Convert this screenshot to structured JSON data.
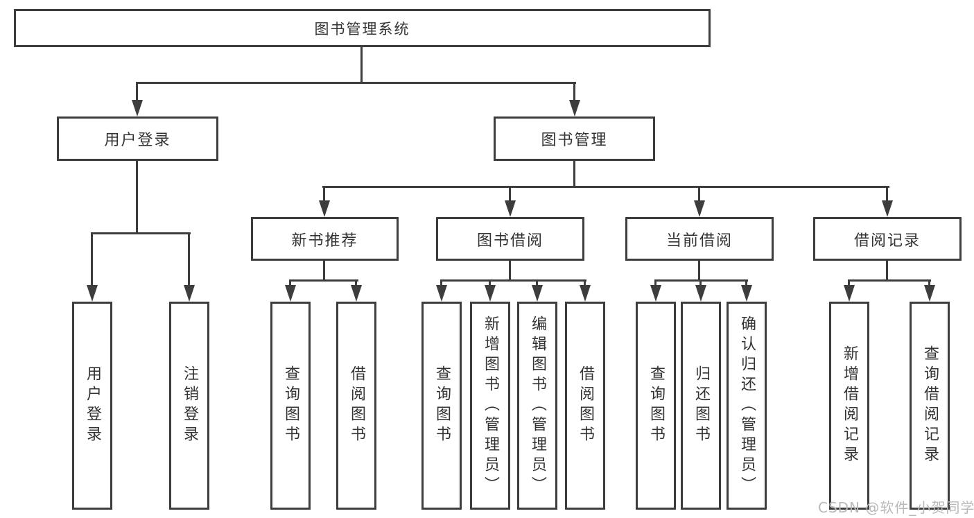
{
  "colors": {
    "line": "#3d3d3d",
    "text": "#333333",
    "background": "#ffffff",
    "watermark_color": "#b9b9b9"
  },
  "watermark": {
    "text": "CSDN @软件_小贺同学"
  },
  "tree": {
    "root": {
      "label": "图书管理系统",
      "children": [
        {
          "label": "用户登录",
          "children": [
            {
              "label": "用户登录"
            },
            {
              "label": "注销登录"
            }
          ]
        },
        {
          "label": "图书管理",
          "children": [
            {
              "label": "新书推荐",
              "children": [
                {
                  "label": "查询图书"
                },
                {
                  "label": "借阅图书"
                }
              ]
            },
            {
              "label": "图书借阅",
              "children": [
                {
                  "label": "查询图书"
                },
                {
                  "label": "新增图书（管理员）"
                },
                {
                  "label": "编辑图书（管理员）"
                },
                {
                  "label": "借阅图书"
                }
              ]
            },
            {
              "label": "当前借阅",
              "children": [
                {
                  "label": "查询图书"
                },
                {
                  "label": "归还图书"
                },
                {
                  "label": "确认归还（管理员）"
                }
              ]
            },
            {
              "label": "借阅记录",
              "children": [
                {
                  "label": "新增借阅记录"
                },
                {
                  "label": "查询借阅记录"
                }
              ]
            }
          ]
        }
      ]
    }
  }
}
